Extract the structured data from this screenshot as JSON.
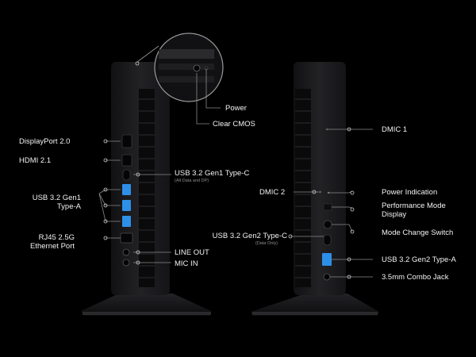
{
  "left_device": {
    "top_callouts": {
      "power": "Power",
      "clear_cmos": "Clear CMOS"
    },
    "left_labels": {
      "displayport": "DisplayPort 2.0",
      "hdmi": "HDMI 2.1",
      "usb_gen1_a_line1": "USB 3.2 Gen1",
      "usb_gen1_a_line2": "Type-A",
      "rj45_line1": "RJ45 2.5G",
      "rj45_line2": "Ethernet Port"
    },
    "right_labels": {
      "usb_gen1_c": "USB 3.2 Gen1 Type-C",
      "usb_gen1_c_note": "(Alt Data and DP)",
      "line_out": "LINE OUT",
      "mic_in": "MIC IN"
    }
  },
  "right_device": {
    "left_labels": {
      "dmic2": "DMIC 2",
      "usb_gen2_c": "USB 3.2 Gen2 Type-C",
      "usb_gen2_c_note": "(Data Only)"
    },
    "right_labels": {
      "dmic1": "DMIC 1",
      "power_indication": "Power Indication",
      "perf_mode_line1": "Performance Mode",
      "perf_mode_line2": "Display",
      "mode_switch": "Mode Change Switch",
      "usb_gen2_a": "USB 3.2 Gen2 Type-A",
      "combo_jack": "3.5mm Combo Jack"
    }
  },
  "colors": {
    "background": "#000000",
    "chassis": "#1b1b1d",
    "usb_blue": "#2e8fe8",
    "label": "#f2f2f2"
  }
}
